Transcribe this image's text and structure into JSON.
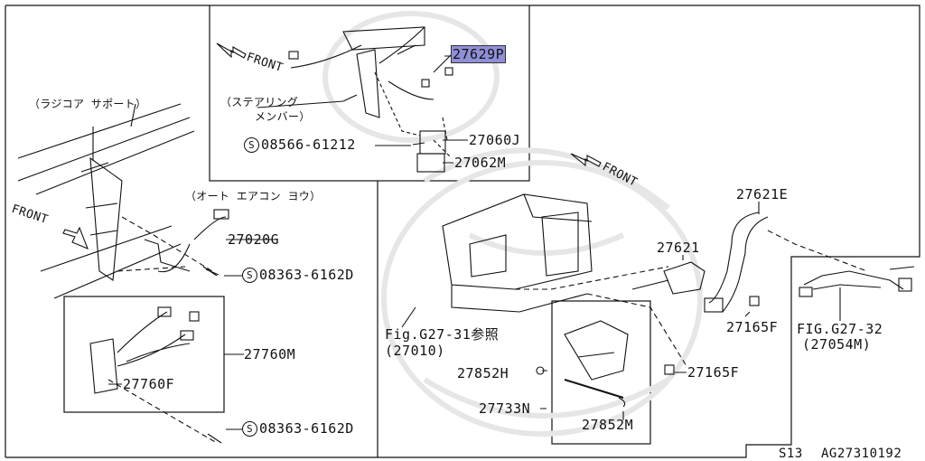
{
  "diagram": {
    "labels": {
      "radiator_support": "（ラジコア サポート）",
      "steering_member_line1": "（ステアリング",
      "steering_member_line2": "メンバー）",
      "auto_aircon": "（オート エアコン ヨウ）",
      "front_top": "FRONT",
      "front_left": "FRONT",
      "front_right": "FRONT",
      "fig_27_31_line1": "Fig.G27-31参照",
      "fig_27_31_line2": "(27010)",
      "fig_27_32_line1": "FIG.G27-32",
      "fig_27_32_line2": "(27054M)"
    },
    "parts": {
      "p27629P": "27629P",
      "bolt_08566": "08566-61212",
      "p27060J": "27060J",
      "p27062M": "27062M",
      "p27020G": "27020G",
      "bolt_08363_a": "08363-6162D",
      "p27760M": "27760M",
      "p27760F": "27760F",
      "bolt_08363_b": "08363-6162D",
      "p27621E": "27621E",
      "p27621": "27621",
      "p27165F_a": "27165F",
      "p27165F_b": "27165F",
      "p27852H": "27852H",
      "p27733N": "27733N",
      "p27852M": "27852M"
    },
    "bolt_prefix": "S",
    "footer": {
      "section": "S13",
      "code": "AG27310192"
    },
    "highlight_color": "#8f8fd8"
  }
}
